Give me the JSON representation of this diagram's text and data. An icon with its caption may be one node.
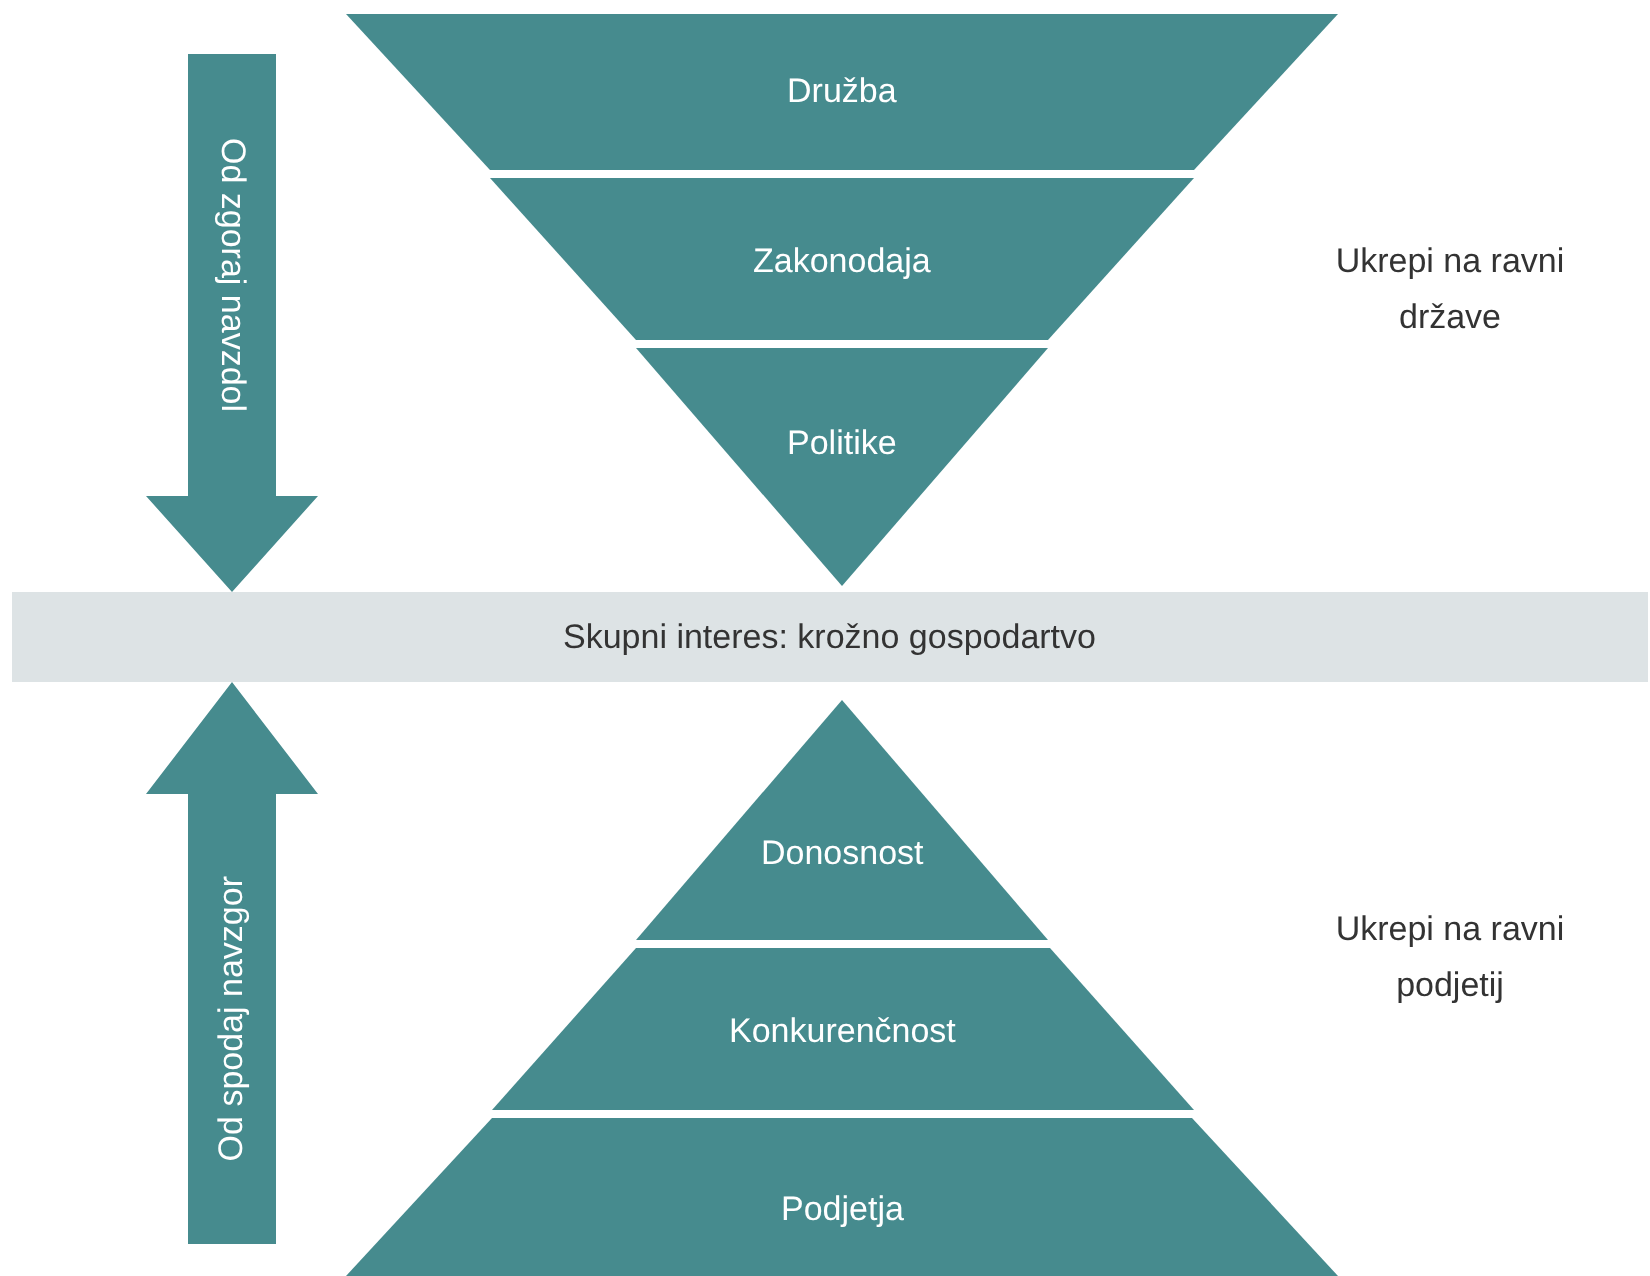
{
  "diagram": {
    "nodes": [
      {
        "text": [
          "Družba"
        ]
      },
      {
        "text": [
          "Zakonodaja"
        ]
      },
      {
        "text": [
          "Politike"
        ]
      },
      {
        "text": [
          "Skupni interes: krožno gospodartvo"
        ]
      },
      {
        "text": [
          "Donosnost"
        ]
      },
      {
        "text": [
          "Konkurenčnost"
        ]
      },
      {
        "text": [
          "Podjetja"
        ]
      }
    ],
    "edges": [
      {
        "from": null,
        "to": 3,
        "arrow": "to",
        "label": "Od zgoraj navzdol"
      },
      {
        "from": null,
        "to": 3,
        "arrow": "to",
        "label": "Od spodaj navzgor"
      }
    ],
    "labels": [
      "Ukrepi na ravni države",
      "Ukrepi na ravni podjetij"
    ]
  }
}
